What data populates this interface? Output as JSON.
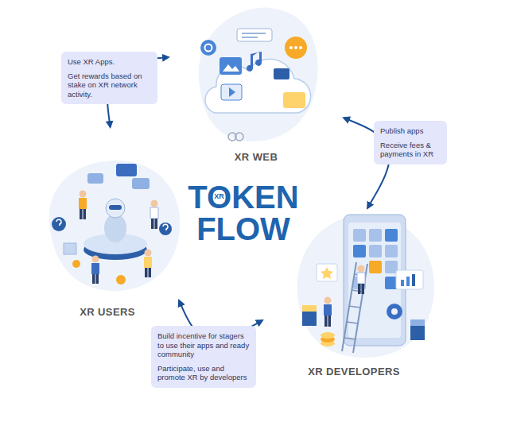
{
  "diagram": {
    "title": "TOKEN FLOW",
    "nodes": [
      {
        "text": [
          "XR WEB"
        ]
      },
      {
        "text": [
          "Use XR Apps.",
          "Get rewards based on stake on XR network activity."
        ]
      },
      {
        "text": [
          "Publish apps",
          "Receive fees & payments in XR"
        ]
      },
      {
        "text": [
          "XR USERS"
        ]
      },
      {
        "text": [
          "XR DEVELOPERS"
        ]
      },
      {
        "text": [
          "Build incentive for stagers to use their apps and ready community",
          "Participate, use and promote XR by developers"
        ]
      }
    ],
    "edges": [
      {
        "from": 3,
        "to": 0,
        "arrow": "both"
      },
      {
        "from": 0,
        "to": 4,
        "arrow": "both"
      },
      {
        "from": 4,
        "to": 3,
        "arrow": "both"
      }
    ],
    "labels": [
      "XR"
    ]
  }
}
